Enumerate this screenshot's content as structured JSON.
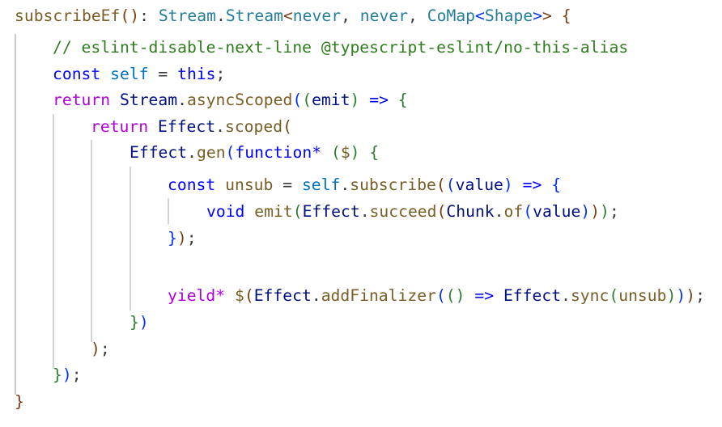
{
  "editor": {
    "language": "typescript",
    "colors": {
      "function": "#795e26",
      "type": "#267f99",
      "keyword": "#0000ff",
      "control": "#af00db",
      "variable": "#001080",
      "comment": "#2e7d1e",
      "bracket_level_1": "#7a3e14",
      "bracket_level_2": "#2f7d32",
      "bracket_level_3": "#0431fa",
      "indent_guide": "#d4d4d4"
    },
    "lines": [
      {
        "n": 1,
        "indent": 0,
        "tokens": [
          "subscribeEf",
          "(",
          ")",
          ": ",
          "Stream",
          ".",
          "Stream",
          "<",
          "never",
          ", ",
          "never",
          ", ",
          "CoMap",
          "<",
          "Shape",
          ">",
          ">",
          " ",
          "{"
        ]
      },
      {
        "n": 2,
        "indent": 1,
        "tokens": [
          "// eslint-disable-next-line @typescript-eslint/no-this-alias"
        ]
      },
      {
        "n": 3,
        "indent": 1,
        "tokens": [
          "const",
          " ",
          "self",
          " = ",
          "this",
          ";"
        ]
      },
      {
        "n": 4,
        "indent": 1,
        "tokens": [
          "return",
          " ",
          "Stream",
          ".",
          "asyncScoped",
          "(",
          "(",
          "emit",
          ")",
          " ",
          "=>",
          " ",
          "{"
        ]
      },
      {
        "n": 5,
        "indent": 2,
        "tokens": [
          "return",
          " ",
          "Effect",
          ".",
          "scoped",
          "("
        ]
      },
      {
        "n": 6,
        "indent": 3,
        "tokens": [
          "Effect",
          ".",
          "gen",
          "(",
          "function*",
          " ",
          "(",
          "$",
          ")",
          " ",
          "{"
        ]
      },
      {
        "n": 7,
        "indent": 4,
        "tokens": [
          "const",
          " ",
          "unsub",
          " = ",
          "self",
          ".",
          "subscribe",
          "(",
          "(",
          "value",
          ")",
          " ",
          "=>",
          " ",
          "{"
        ]
      },
      {
        "n": 8,
        "indent": 5,
        "tokens": [
          "void",
          " ",
          "emit",
          "(",
          "Effect",
          ".",
          "succeed",
          "(",
          "Chunk",
          ".",
          "of",
          "(",
          "value",
          ")",
          ")",
          ")",
          ";"
        ]
      },
      {
        "n": 9,
        "indent": 4,
        "tokens": [
          "}",
          ")",
          ";"
        ]
      },
      {
        "n": 10,
        "indent": 4,
        "tokens": [
          ""
        ]
      },
      {
        "n": 11,
        "indent": 4,
        "tokens": [
          "yield*",
          " ",
          "$",
          "(",
          "Effect",
          ".",
          "addFinalizer",
          "(",
          "(",
          ")",
          " ",
          "=>",
          " ",
          "Effect",
          ".",
          "sync",
          "(",
          "unsub",
          ")",
          ")",
          ")",
          ";"
        ]
      },
      {
        "n": 12,
        "indent": 3,
        "tokens": [
          "}",
          ")"
        ]
      },
      {
        "n": 13,
        "indent": 2,
        "tokens": [
          ")",
          ";"
        ]
      },
      {
        "n": 14,
        "indent": 1,
        "tokens": [
          "}",
          ")",
          ";"
        ]
      },
      {
        "n": 15,
        "indent": 0,
        "tokens": [
          "}"
        ]
      }
    ]
  }
}
